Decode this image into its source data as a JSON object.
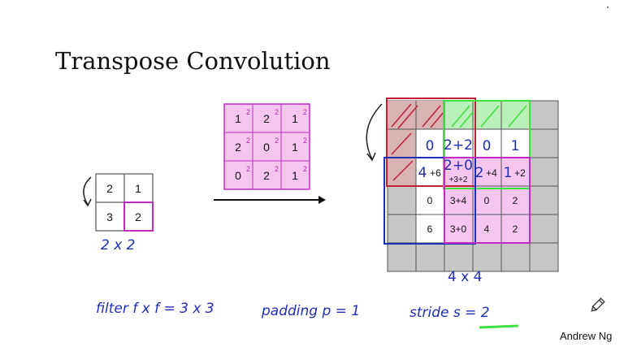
{
  "title": "Transpose Convolution",
  "input_matrix": {
    "cells": [
      [
        "2",
        "1"
      ],
      [
        "3",
        "2"
      ]
    ],
    "size_note": "2 x 2"
  },
  "filter_matrix": {
    "cells": [
      [
        "1",
        "2",
        "1"
      ],
      [
        "2",
        "0",
        "1"
      ],
      [
        "0",
        "2",
        "1"
      ]
    ],
    "superscript": "2"
  },
  "output_grid": {
    "size_note": "4 x 4",
    "row2": [
      "0",
      "2+2",
      "0",
      "1"
    ],
    "row3": [
      "4",
      "+6",
      "2+0",
      "+3+2",
      "2",
      "+4",
      "1",
      "+2"
    ],
    "row4": [
      "0",
      "3+4",
      "0",
      "2"
    ],
    "row5": [
      "6",
      "3+0",
      "4",
      "2"
    ]
  },
  "params": {
    "filter": "filter f x f = 3 x 3",
    "padding": "padding p = 1",
    "stride": "stride s = 2"
  },
  "author": "Andrew Ng",
  "colors": {
    "pink_fill": "#f6c6f1",
    "magenta": "#c02bc4",
    "red": "#c0203a",
    "green": "#3ee23e",
    "blue": "#1f2fb5",
    "gray": "#c6c6c6"
  },
  "icons": [
    "pencil-icon",
    "rotate-arrow-icon",
    "right-arrow-icon"
  ]
}
